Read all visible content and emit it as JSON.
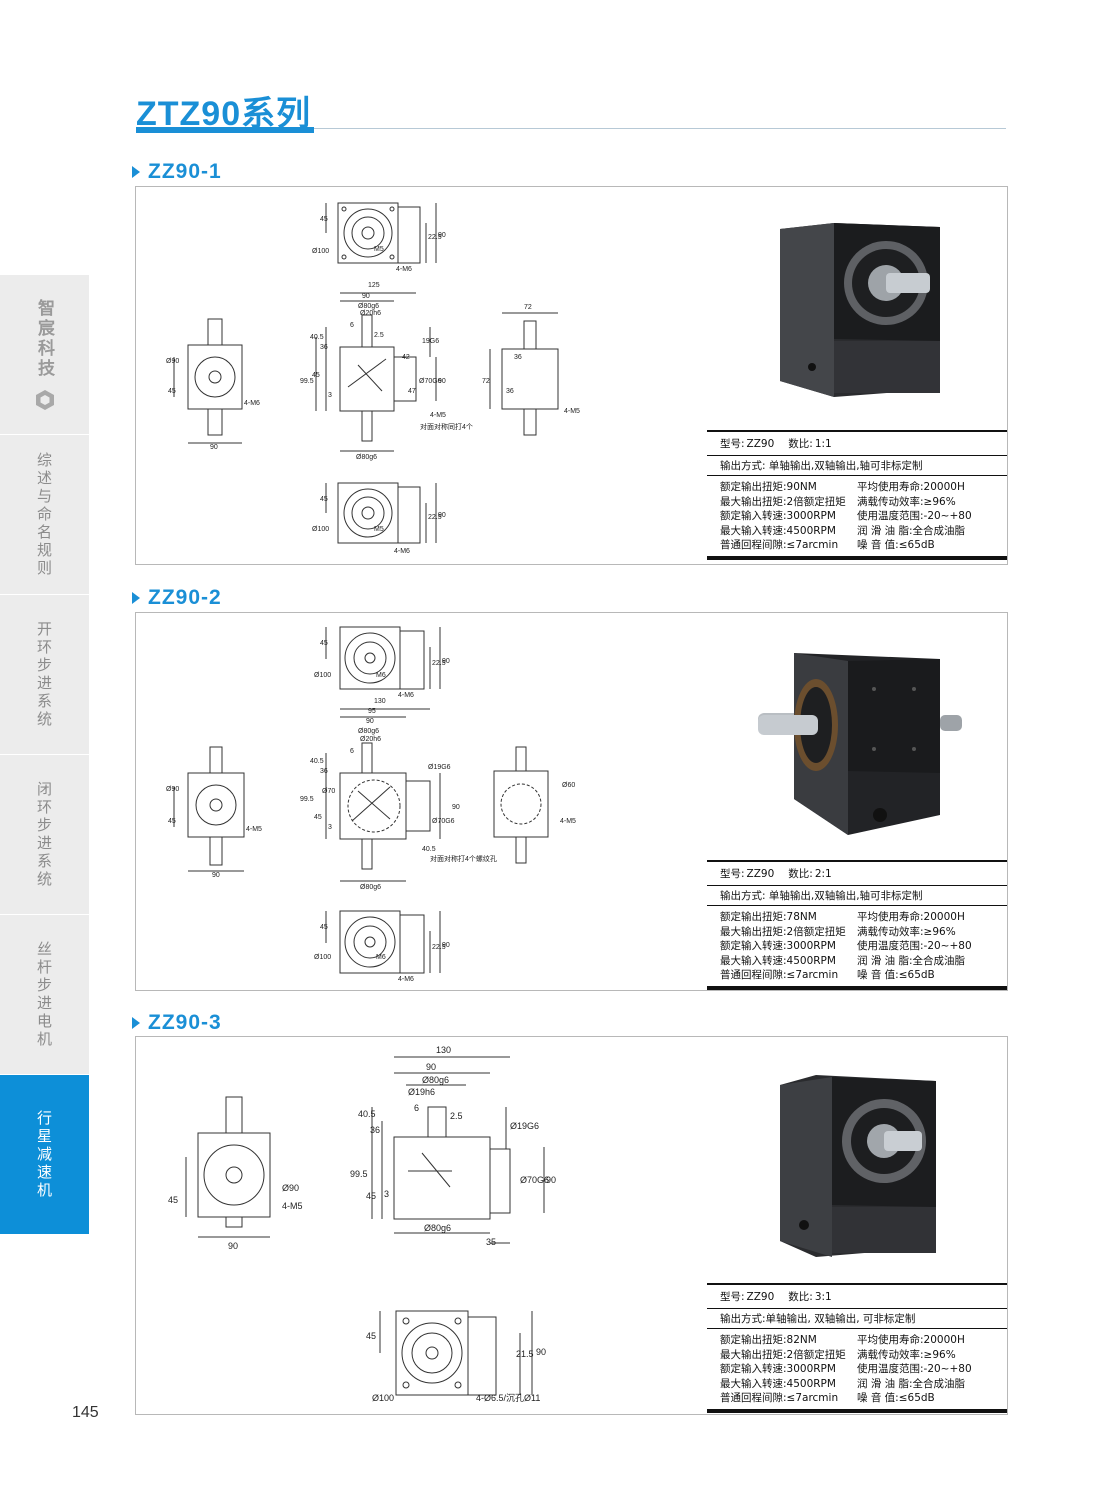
{
  "page": {
    "title": "ZTZ90系列",
    "page_number": "145"
  },
  "sidebar": {
    "brand": "智宸科技",
    "items": [
      {
        "label": "综述与命名规则",
        "active": false
      },
      {
        "label": "开环步进系统",
        "active": false
      },
      {
        "label": "闭环步进系统",
        "active": false
      },
      {
        "label": "丝杆步进电机",
        "active": false
      },
      {
        "label": "行星减速机",
        "active": true
      }
    ]
  },
  "sections": [
    {
      "title": "ZZ90-1",
      "spec": {
        "model_label": "型号:",
        "model": "ZZ90",
        "ratio_label": "数比:",
        "ratio": "1:1",
        "output": "输出方式: 单轴输出,双轴输出,轴可非标定制",
        "rows": [
          [
            "额定输出扭矩:90NM",
            "平均使用寿命:20000H"
          ],
          [
            "最大输出扭矩:2倍额定扭矩",
            "满载传动效率:≥96%"
          ],
          [
            "额定输入转速:3000RPM",
            "使用温度范围:-20~+80"
          ],
          [
            "最大输入转速:4500RPM",
            "润 滑 油 脂:全合成油脂"
          ],
          [
            "普通回程间隙:≤7arcmin",
            "噪    音    值:≤65dB"
          ]
        ]
      },
      "dims": {
        "top": [
          "45",
          "Ø100",
          "M5",
          "22.5",
          "90",
          "4-M6"
        ],
        "front": [
          "125",
          "90",
          "Ø80g6",
          "Ø20h6",
          "6",
          "40.5",
          "36",
          "2.5",
          "19G6",
          "42",
          "99.5",
          "45",
          "3",
          "Ø70G6",
          "90",
          "47",
          "4-M5",
          "对面对称同打4个",
          "Ø80g6"
        ],
        "left": [
          "Ø90",
          "45",
          "4-M6",
          "90"
        ],
        "right": [
          "72",
          "36",
          "72",
          "36",
          "4-M5"
        ],
        "bottom": [
          "45",
          "Ø100",
          "M5",
          "22.5",
          "90",
          "4-M6"
        ]
      }
    },
    {
      "title": "ZZ90-2",
      "spec": {
        "model_label": "型号:",
        "model": "ZZ90",
        "ratio_label": "数比:",
        "ratio": "2:1",
        "output": "输出方式: 单轴输出,双轴输出,轴可非标定制",
        "rows": [
          [
            "额定输出扭矩:78NM",
            "平均使用寿命:20000H"
          ],
          [
            "最大输出扭矩:2倍额定扭矩",
            "满载传动效率:≥96%"
          ],
          [
            "额定输入转速:3000RPM",
            "使用温度范围:-20~+80"
          ],
          [
            "最大输入转速:4500RPM",
            "润 滑 油 脂:全合成油脂"
          ],
          [
            "普通回程间隙:≤7arcmin",
            "噪    音    值:≤65dB"
          ]
        ]
      },
      "dims": {
        "top": [
          "45",
          "Ø100",
          "M6",
          "22.5",
          "90",
          "4-M6"
        ],
        "front": [
          "130",
          "95",
          "90",
          "Ø80g6",
          "Ø20h6",
          "6",
          "40.5",
          "36",
          "Ø19G6",
          "99.5",
          "Ø70",
          "45",
          "3",
          "Ø70G6",
          "90",
          "40.5",
          "对面对称打4个螺纹孔",
          "Ø80g6"
        ],
        "left": [
          "Ø90",
          "45",
          "4-M5",
          "90"
        ],
        "right": [
          "Ø60",
          "4-M5"
        ],
        "bottom": [
          "45",
          "Ø100",
          "M6",
          "22.5",
          "90",
          "4-M6"
        ]
      }
    },
    {
      "title": "ZZ90-3",
      "spec": {
        "model_label": "型号:",
        "model": "ZZ90",
        "ratio_label": "数比:",
        "ratio": "3:1",
        "output": "输出方式:单轴输出, 双轴输出, 可非标定制",
        "rows": [
          [
            "额定输出扭矩:82NM",
            "平均使用寿命:20000H"
          ],
          [
            "最大输出扭矩:2倍额定扭矩",
            "满载传动效率:≥96%"
          ],
          [
            "额定输入转速:3000RPM",
            "使用温度范围:-20~+80"
          ],
          [
            "最大输入转速:4500RPM",
            "润 滑 油 脂:全合成油脂"
          ],
          [
            "普通回程间隙:≤7arcmin",
            "噪    音    值:≤65dB"
          ]
        ]
      },
      "dims": {
        "left": [
          "Ø90",
          "4-M5",
          "45",
          "90"
        ],
        "front": [
          "130",
          "90",
          "Ø80g6",
          "Ø19h6",
          "6",
          "2.5",
          "40.5",
          "36",
          "Ø19G6",
          "99.5",
          "45",
          "3",
          "Ø70G6",
          "90",
          "Ø80g6",
          "35"
        ],
        "bottom": [
          "45",
          "21.5",
          "90",
          "Ø100",
          "4-Ø6.5/沉孔Ø11"
        ]
      }
    }
  ]
}
